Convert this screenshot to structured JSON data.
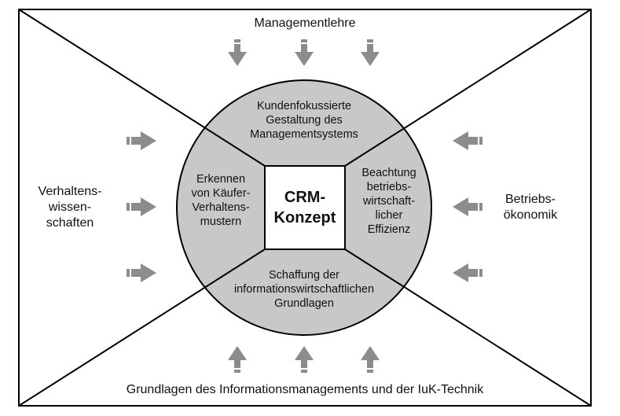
{
  "outer": {
    "top_label": "Managementlehre",
    "left_label": [
      "Verhaltens-",
      "wissen-",
      "schaften"
    ],
    "right_label": [
      "Betriebs-",
      "ökonomik"
    ],
    "bottom_label": "Grundlagen des Informationsmanagements und der IuK-Technik"
  },
  "circle": {
    "top": [
      "Kundenfokussierte",
      "Gestaltung des",
      "Managementsystems"
    ],
    "left": [
      "Erkennen",
      "von Käufer-",
      "Verhaltens-",
      "mustern"
    ],
    "right": [
      "Beachtung",
      "betriebs-",
      "wirtschaft-",
      "licher",
      "Effizienz"
    ],
    "bottom": [
      "Schaffung der",
      "informationswirtschaftlichen",
      "Grundlagen"
    ]
  },
  "center": [
    "CRM-",
    "Konzept"
  ],
  "colors": {
    "arrow": "#8c8c8c",
    "circle_fill": "#c8c8c8",
    "line": "#000000"
  },
  "arrows": {
    "top": {
      "direction": "down",
      "count": 3
    },
    "left": {
      "direction": "right",
      "count": 3
    },
    "right": {
      "direction": "left",
      "count": 3
    },
    "bottom": {
      "direction": "up",
      "count": 3
    }
  }
}
